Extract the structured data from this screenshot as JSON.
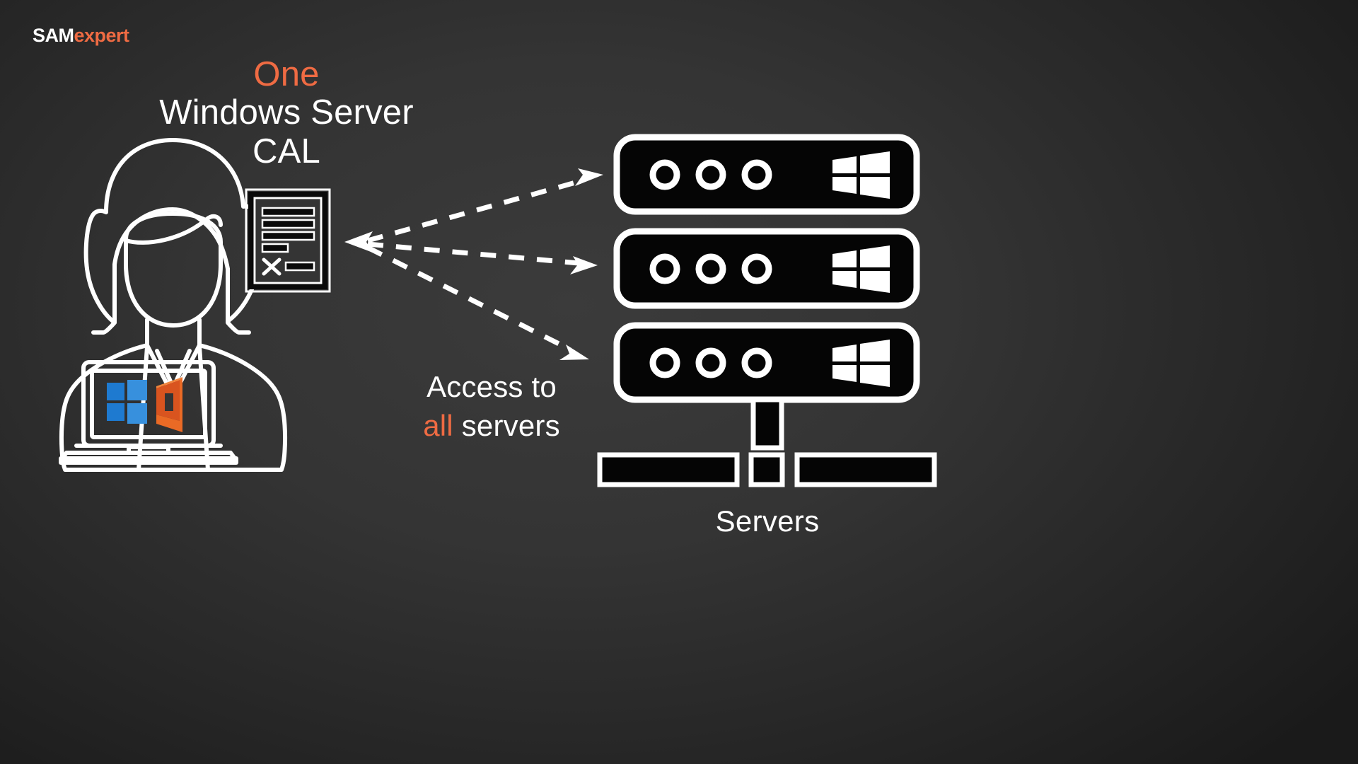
{
  "slide": {
    "title_line_accent": "One",
    "title_line_2": "Windows Server",
    "title_line_3": "CAL",
    "background_color": "#2e2e2e",
    "accent_color": "#ef6b43",
    "foreground_color": "#ffffff"
  },
  "logo": {
    "primary": "SAM",
    "secondary": "expert"
  },
  "labels": {
    "access_prefix": "Access to",
    "access_accent": "all",
    "access_suffix": "servers",
    "servers_caption": "Servers"
  },
  "icons": {
    "user": "user-woman-outline-icon",
    "laptop": "laptop-icon",
    "windows_logo": "windows-logo-icon",
    "office_logo": "office-logo-icon",
    "certificate": "certificate-document-icon",
    "server": "server-rack-icon",
    "arrow": "dashed-arrow-icon"
  },
  "colors": {
    "windows_blue": "#0f7ec8",
    "windows_blue_light": "#3b8fd4",
    "office_orange": "#e8622a",
    "office_orange_light": "#f4761f",
    "server_body": "#050505",
    "outline": "#ffffff"
  },
  "servers": [
    {
      "id": "server-1",
      "port_count": 3,
      "badge": "windows-logo-icon"
    },
    {
      "id": "server-2",
      "port_count": 3,
      "badge": "windows-logo-icon"
    },
    {
      "id": "server-3",
      "port_count": 3,
      "badge": "windows-logo-icon"
    }
  ],
  "arrows": [
    {
      "id": "arrow-to-server-1",
      "from": "certificate",
      "to": "server-1"
    },
    {
      "id": "arrow-to-server-2",
      "from": "certificate",
      "to": "server-2"
    },
    {
      "id": "arrow-to-server-3",
      "from": "certificate",
      "to": "server-3"
    }
  ],
  "certificate": {
    "line_count": 4,
    "has_x_mark": true,
    "has_signature_dash": true
  }
}
